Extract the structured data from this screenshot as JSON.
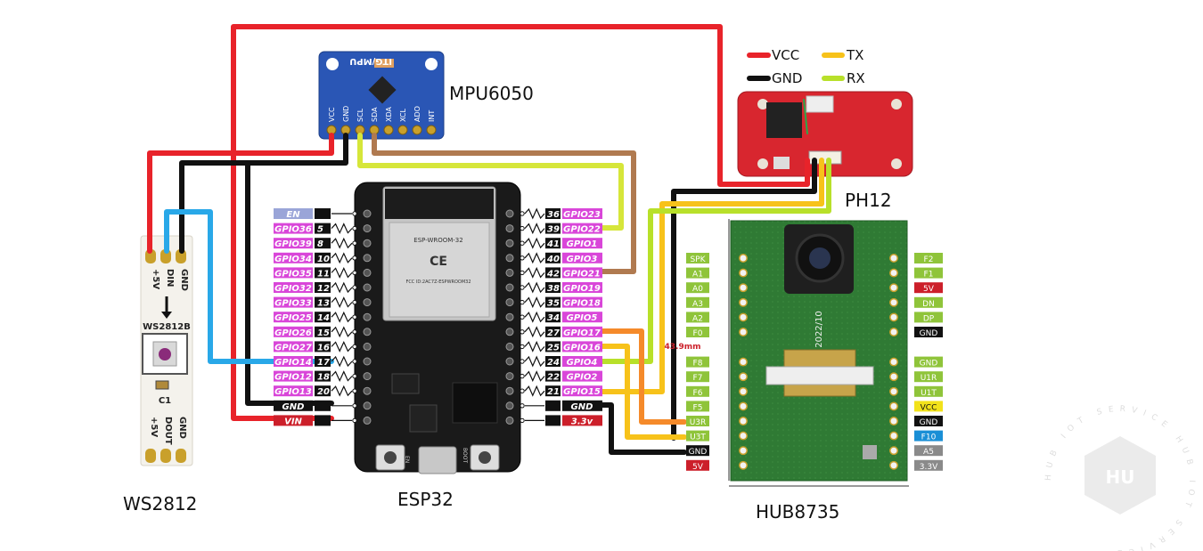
{
  "labels": {
    "mpu": "MPU6050",
    "ph12": "PH12",
    "ws2812": "WS2812",
    "esp32": "ESP32",
    "hub": "HUB8735"
  },
  "legend": [
    {
      "name": "VCC",
      "color": "#e8232a"
    },
    {
      "name": "TX",
      "color": "#f7c21a"
    },
    {
      "name": "GND",
      "color": "#111111"
    },
    {
      "name": "RX",
      "color": "#b8e02a"
    }
  ],
  "mpu_pins": [
    "VCC",
    "GND",
    "SCL",
    "SDA",
    "XDA",
    "XCL",
    "ADO",
    "INT"
  ],
  "mpu_board_text": "ITG/MPU",
  "ws_pins_top": [
    "+5V",
    "DIN",
    "GND"
  ],
  "ws_pins_bottom": [
    "+5V",
    "DOUT",
    "GND"
  ],
  "ws_chip": "WS2812B",
  "ws_cap": "C1",
  "esp_left": [
    {
      "name": "EN",
      "num": ""
    },
    {
      "name": "GPIO36",
      "num": "5"
    },
    {
      "name": "GPIO39",
      "num": "8"
    },
    {
      "name": "GPIO34",
      "num": "10"
    },
    {
      "name": "GPIO35",
      "num": "11"
    },
    {
      "name": "GPIO32",
      "num": "12"
    },
    {
      "name": "GPIO33",
      "num": "13"
    },
    {
      "name": "GPIO25",
      "num": "14"
    },
    {
      "name": "GPIO26",
      "num": "15"
    },
    {
      "name": "GPIO27",
      "num": "16"
    },
    {
      "name": "GPIO14",
      "num": "17"
    },
    {
      "name": "GPIO12",
      "num": "18"
    },
    {
      "name": "GPIO13",
      "num": "20"
    },
    {
      "name": "GND",
      "num": ""
    },
    {
      "name": "VIN",
      "num": ""
    }
  ],
  "esp_right": [
    {
      "name": "GPIO23",
      "num": "36"
    },
    {
      "name": "GPIO22",
      "num": "39"
    },
    {
      "name": "GPIO1",
      "num": "41"
    },
    {
      "name": "GPIO3",
      "num": "40"
    },
    {
      "name": "GPIO21",
      "num": "42"
    },
    {
      "name": "GPIO19",
      "num": "38"
    },
    {
      "name": "GPIO18",
      "num": "35"
    },
    {
      "name": "GPIO5",
      "num": "34"
    },
    {
      "name": "GPIO17",
      "num": "27"
    },
    {
      "name": "GPIO16",
      "num": "25"
    },
    {
      "name": "GPIO4",
      "num": "24"
    },
    {
      "name": "GPIO2",
      "num": "22"
    },
    {
      "name": "GPIO15",
      "num": "21"
    },
    {
      "name": "GND",
      "num": ""
    },
    {
      "name": "3.3v",
      "num": ""
    }
  ],
  "esp_module_text": [
    "ESP-WROOM-32",
    "CE",
    "FCC ID:2AC7Z-ESPWROOM32"
  ],
  "esp_buttons": [
    "EN",
    "BOOT"
  ],
  "hub_left": [
    {
      "name": "SPK",
      "color": "#8fc43a"
    },
    {
      "name": "A1",
      "color": "#8fc43a"
    },
    {
      "name": "A0",
      "color": "#8fc43a"
    },
    {
      "name": "A3",
      "color": "#8fc43a"
    },
    {
      "name": "A2",
      "color": "#8fc43a"
    },
    {
      "name": "F0",
      "color": "#8fc43a"
    },
    {
      "name": "F8",
      "color": "#8fc43a"
    },
    {
      "name": "F7",
      "color": "#8fc43a"
    },
    {
      "name": "F6",
      "color": "#8fc43a"
    },
    {
      "name": "F5",
      "color": "#8fc43a"
    },
    {
      "name": "U3R",
      "color": "#8fc43a"
    },
    {
      "name": "U3T",
      "color": "#8fc43a"
    },
    {
      "name": "GND",
      "color": "#111111"
    },
    {
      "name": "5V",
      "color": "#cc1f2a"
    }
  ],
  "hub_right": [
    {
      "name": "F2",
      "color": "#8fc43a"
    },
    {
      "name": "F1",
      "color": "#8fc43a"
    },
    {
      "name": "5V",
      "color": "#cc1f2a"
    },
    {
      "name": "DN",
      "color": "#8fc43a"
    },
    {
      "name": "DP",
      "color": "#8fc43a"
    },
    {
      "name": "GND",
      "color": "#111111"
    },
    {
      "name": "GND",
      "color": "#8fc43a"
    },
    {
      "name": "U1R",
      "color": "#8fc43a"
    },
    {
      "name": "U1T",
      "color": "#8fc43a"
    },
    {
      "name": "VCC",
      "color": "#f2e21a"
    },
    {
      "name": "GND",
      "color": "#111111"
    },
    {
      "name": "F10",
      "color": "#1a8fd6"
    },
    {
      "name": "A5",
      "color": "#8a8a8a"
    },
    {
      "name": "3.3V",
      "color": "#8a8a8a"
    }
  ],
  "hub_dimension": "43.9mm",
  "hub_board_text": "2022/10",
  "watermark": {
    "ring_text": "HUB IOT SERVICE HUB IOT SERVICE",
    "logo": "HU"
  }
}
